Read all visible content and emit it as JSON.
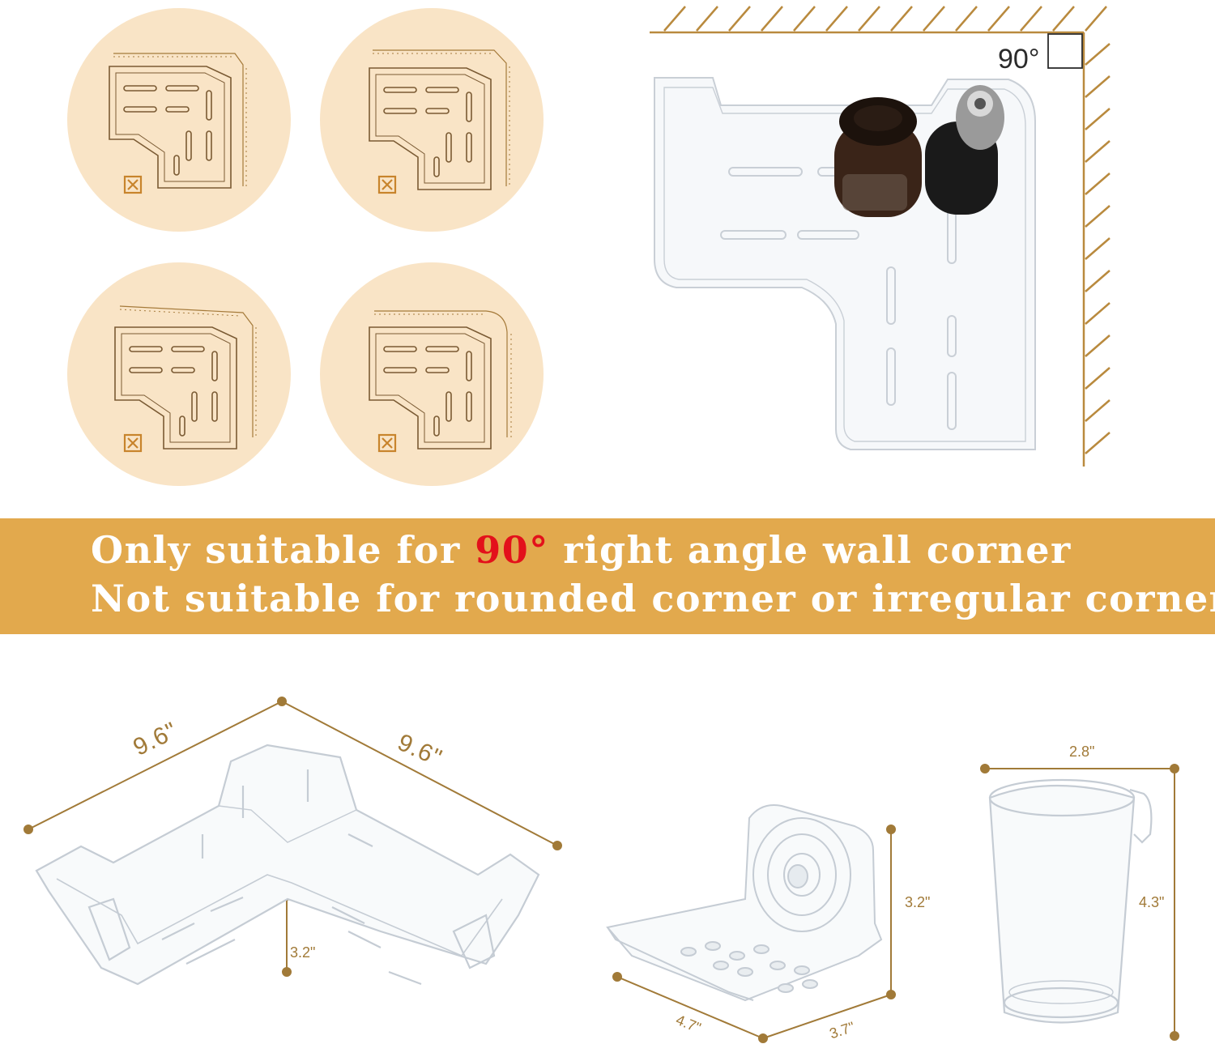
{
  "banner": {
    "line1_before": "Only suitable for ",
    "line1_highlight": "90°",
    "line1_after": " right angle wall corner",
    "line2": "Not suitable for rounded corner or irregular corner"
  },
  "wall_diagram": {
    "angle_label": "90°"
  },
  "dimensions": {
    "corner_shelf_left": "9.6\"",
    "corner_shelf_right": "9.6\"",
    "corner_shelf_height": "3.2\"",
    "soap_dish_height": "3.2\"",
    "soap_dish_depth": "4.7\"",
    "soap_dish_width": "3.7\"",
    "cup_width": "2.8\"",
    "cup_height": "4.3\""
  },
  "colors": {
    "banner": "#e2a94d",
    "circle_bg": "#f9e4c6",
    "dimension": "#a17a38",
    "highlight": "#e3111b"
  }
}
